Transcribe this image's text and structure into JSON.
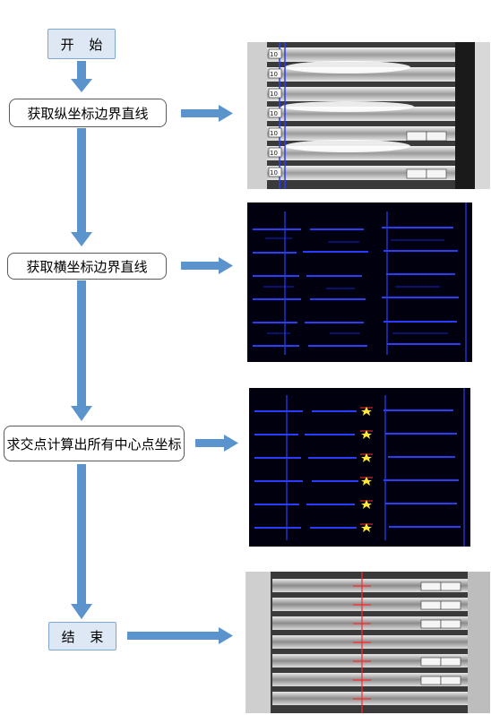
{
  "steps": {
    "start": "开 始",
    "step1": "获取纵坐标边界直线",
    "step2": "获取横坐标边界直线",
    "step3": "求交点计算出所有中心点坐标",
    "end": "结 束"
  },
  "colors": {
    "arrow": "#5b93cc",
    "terminal_fill": "#dde8f4",
    "edge_background": "#000010",
    "edge_lines": "#2a3cff",
    "center_marker": "#ffe83a"
  },
  "images": [
    {
      "name": "grayscale-photo-of-stacked-reels"
    },
    {
      "name": "blue-edge-detection-image"
    },
    {
      "name": "edge-image-with-yellow-center-points"
    },
    {
      "name": "result-photo-with-red-center-line"
    }
  ],
  "reel_labels": [
    {
      "text": "10"
    },
    {
      "text": "10"
    },
    {
      "text": "10"
    },
    {
      "text": "10"
    },
    {
      "text": "10"
    },
    {
      "text": "10"
    },
    {
      "text": "10"
    }
  ]
}
